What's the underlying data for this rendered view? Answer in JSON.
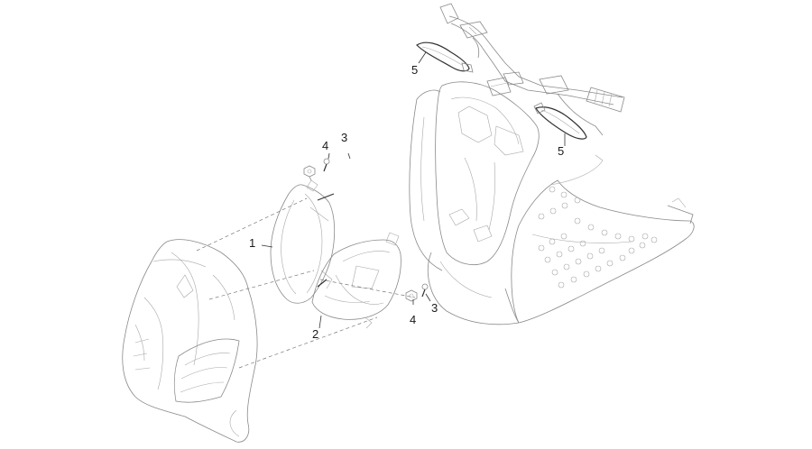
{
  "callouts": [
    {
      "id": "c1",
      "text": "1"
    },
    {
      "id": "c2",
      "text": "2"
    },
    {
      "id": "c3a",
      "text": "3"
    },
    {
      "id": "c3b",
      "text": "3"
    },
    {
      "id": "c4a",
      "text": "4"
    },
    {
      "id": "c4b",
      "text": "4"
    },
    {
      "id": "c5a",
      "text": "5"
    },
    {
      "id": "c5b",
      "text": "5"
    }
  ]
}
